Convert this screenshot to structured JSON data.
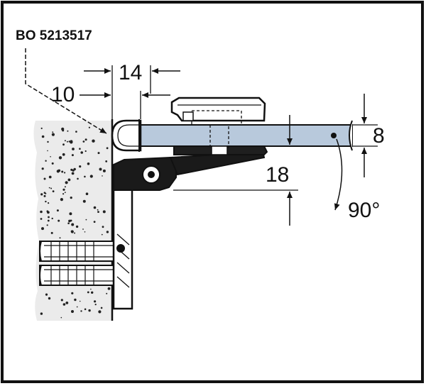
{
  "product_code": "BO 5213517",
  "dimensions": {
    "d14": "14",
    "d10": "10",
    "d8": "8",
    "d18": "18",
    "angle": "90°"
  },
  "colors": {
    "frame": "#111111",
    "glass": "#b8c9dc",
    "wall_fill": "#ececec",
    "metal": "#ffffff"
  }
}
